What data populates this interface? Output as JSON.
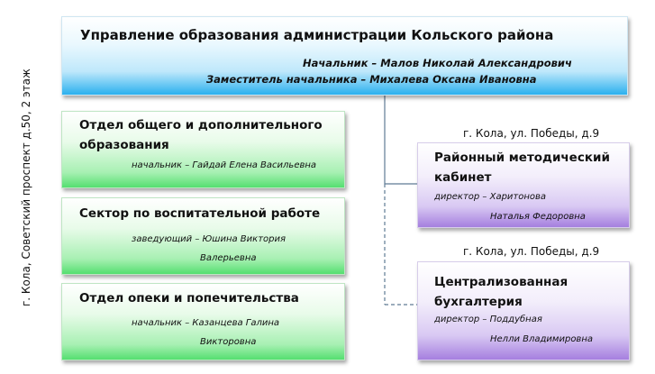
{
  "top": {
    "title": "Управление образования администрации Кольского района",
    "head_line": "Начальник – Малов Николай Александрович",
    "deputy_line": "Заместитель начальника – Михалева Оксана Ивановна"
  },
  "left_address": "г. Кола, Советский проспект д.50, 2 этаж",
  "departments": [
    {
      "title_lines": [
        "Отдел общего и дополнительного",
        "образования"
      ],
      "head_lines": [
        "начальник – Гайдай  Елена Васильевна"
      ]
    },
    {
      "title_lines": [
        "Сектор по воспитательной работе"
      ],
      "head_lines": [
        "заведующий – Юшина Виктория",
        "Валерьевна"
      ]
    },
    {
      "title_lines": [
        "Отдел опеки и попечительства"
      ],
      "head_lines": [
        "начальник – Казанцева Галина",
        "Викторовна"
      ]
    }
  ],
  "offices": [
    {
      "address": "г. Кола, ул. Победы, д.9",
      "title_lines": [
        "Районный методический",
        "кабинет"
      ],
      "head_lines": [
        "директор – Харитонова",
        "Наталья Федоровна"
      ]
    },
    {
      "address": "г. Кола, ул. Победы, д.9",
      "title_lines": [
        "Централизованная",
        "бухгалтерия"
      ],
      "head_lines": [
        "директор – Поддубная",
        "Нелли Владимировна"
      ]
    }
  ]
}
